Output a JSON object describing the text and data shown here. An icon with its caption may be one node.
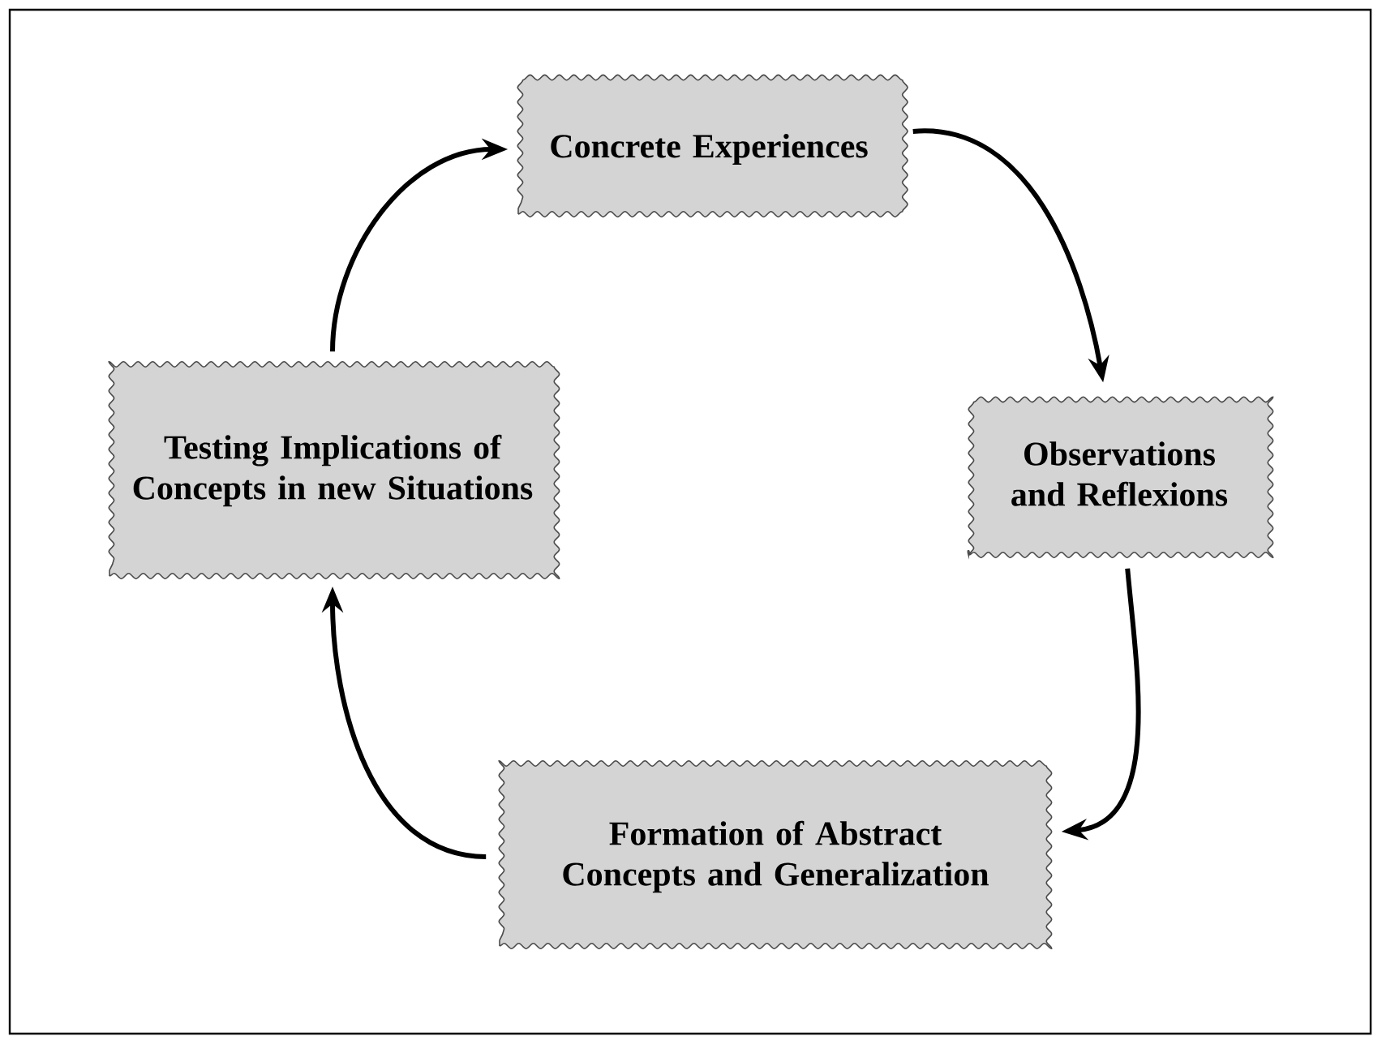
{
  "diagram": {
    "nodes": [
      {
        "text": [
          "Concrete Experiences"
        ]
      },
      {
        "text": [
          "Observations and Reflexions"
        ]
      },
      {
        "text": [
          "Formation of Abstract Concepts and Generalization"
        ]
      },
      {
        "text": [
          "Testing Implications of Concepts in new Situations"
        ]
      }
    ],
    "edges": [
      {
        "from": 0,
        "to": 1,
        "arrow": "to"
      },
      {
        "from": 1,
        "to": 2,
        "arrow": "to"
      },
      {
        "from": 2,
        "to": 3,
        "arrow": "to"
      },
      {
        "from": 3,
        "to": 0,
        "arrow": "to"
      }
    ]
  }
}
